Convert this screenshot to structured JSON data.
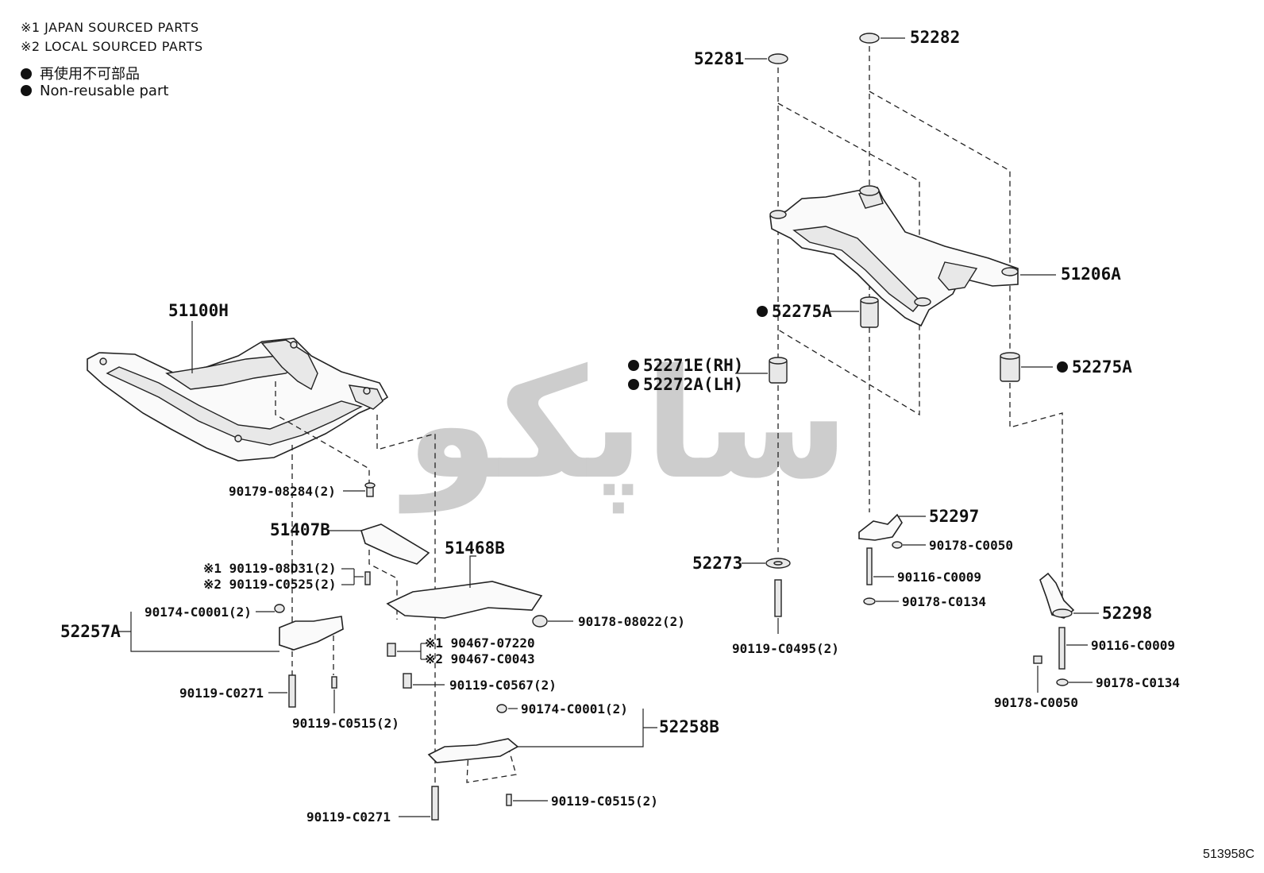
{
  "legend": {
    "line1": "※1 JAPAN SOURCED PARTS",
    "line2": "※2 LOCAL SOURCED PARTS",
    "line3": "再使用不可部品",
    "line4": "Non-reusable part"
  },
  "watermark": "ساپکو",
  "figure_id": "513958C",
  "parts": {
    "p51100H": "51100H",
    "p90179_08284": "90179-08284(2)",
    "p51407B": "51407B",
    "p90119_08D31": "※1 90119-08D31(2)",
    "p90119_C0525": "※2 90119-C0525(2)",
    "p51468B": "51468B",
    "p90174_C0001_a": "90174-C0001(2)",
    "p52257A": "52257A",
    "p90178_08022": "90178-08022(2)",
    "p90467_07220": "※1 90467-07220",
    "p90467_C0043": "※2 90467-C0043",
    "p90119_C0567": "90119-C0567(2)",
    "p90119_C0271_a": "90119-C0271",
    "p90119_C0515_a": "90119-C0515(2)",
    "p90174_C0001_b": "90174-C0001(2)",
    "p52258B": "52258B",
    "p90119_C0271_b": "90119-C0271",
    "p90119_C0515_b": "90119-C0515(2)",
    "p52281": "52281",
    "p52282": "52282",
    "p51206A": "51206A",
    "p52275A_a": "52275A",
    "p52271E": "52271E(RH)",
    "p52272A": "52272A(LH)",
    "p52275A_b": "52275A",
    "p52297": "52297",
    "p90178_C0050_a": "90178-C0050",
    "p90116_C0009_a": "90116-C0009",
    "p90178_C0134_a": "90178-C0134",
    "p52273": "52273",
    "p90119_C0495": "90119-C0495(2)",
    "p52298": "52298",
    "p90116_C0009_b": "90116-C0009",
    "p90178_C0134_b": "90178-C0134",
    "p90178_C0050_b": "90178-C0050"
  }
}
